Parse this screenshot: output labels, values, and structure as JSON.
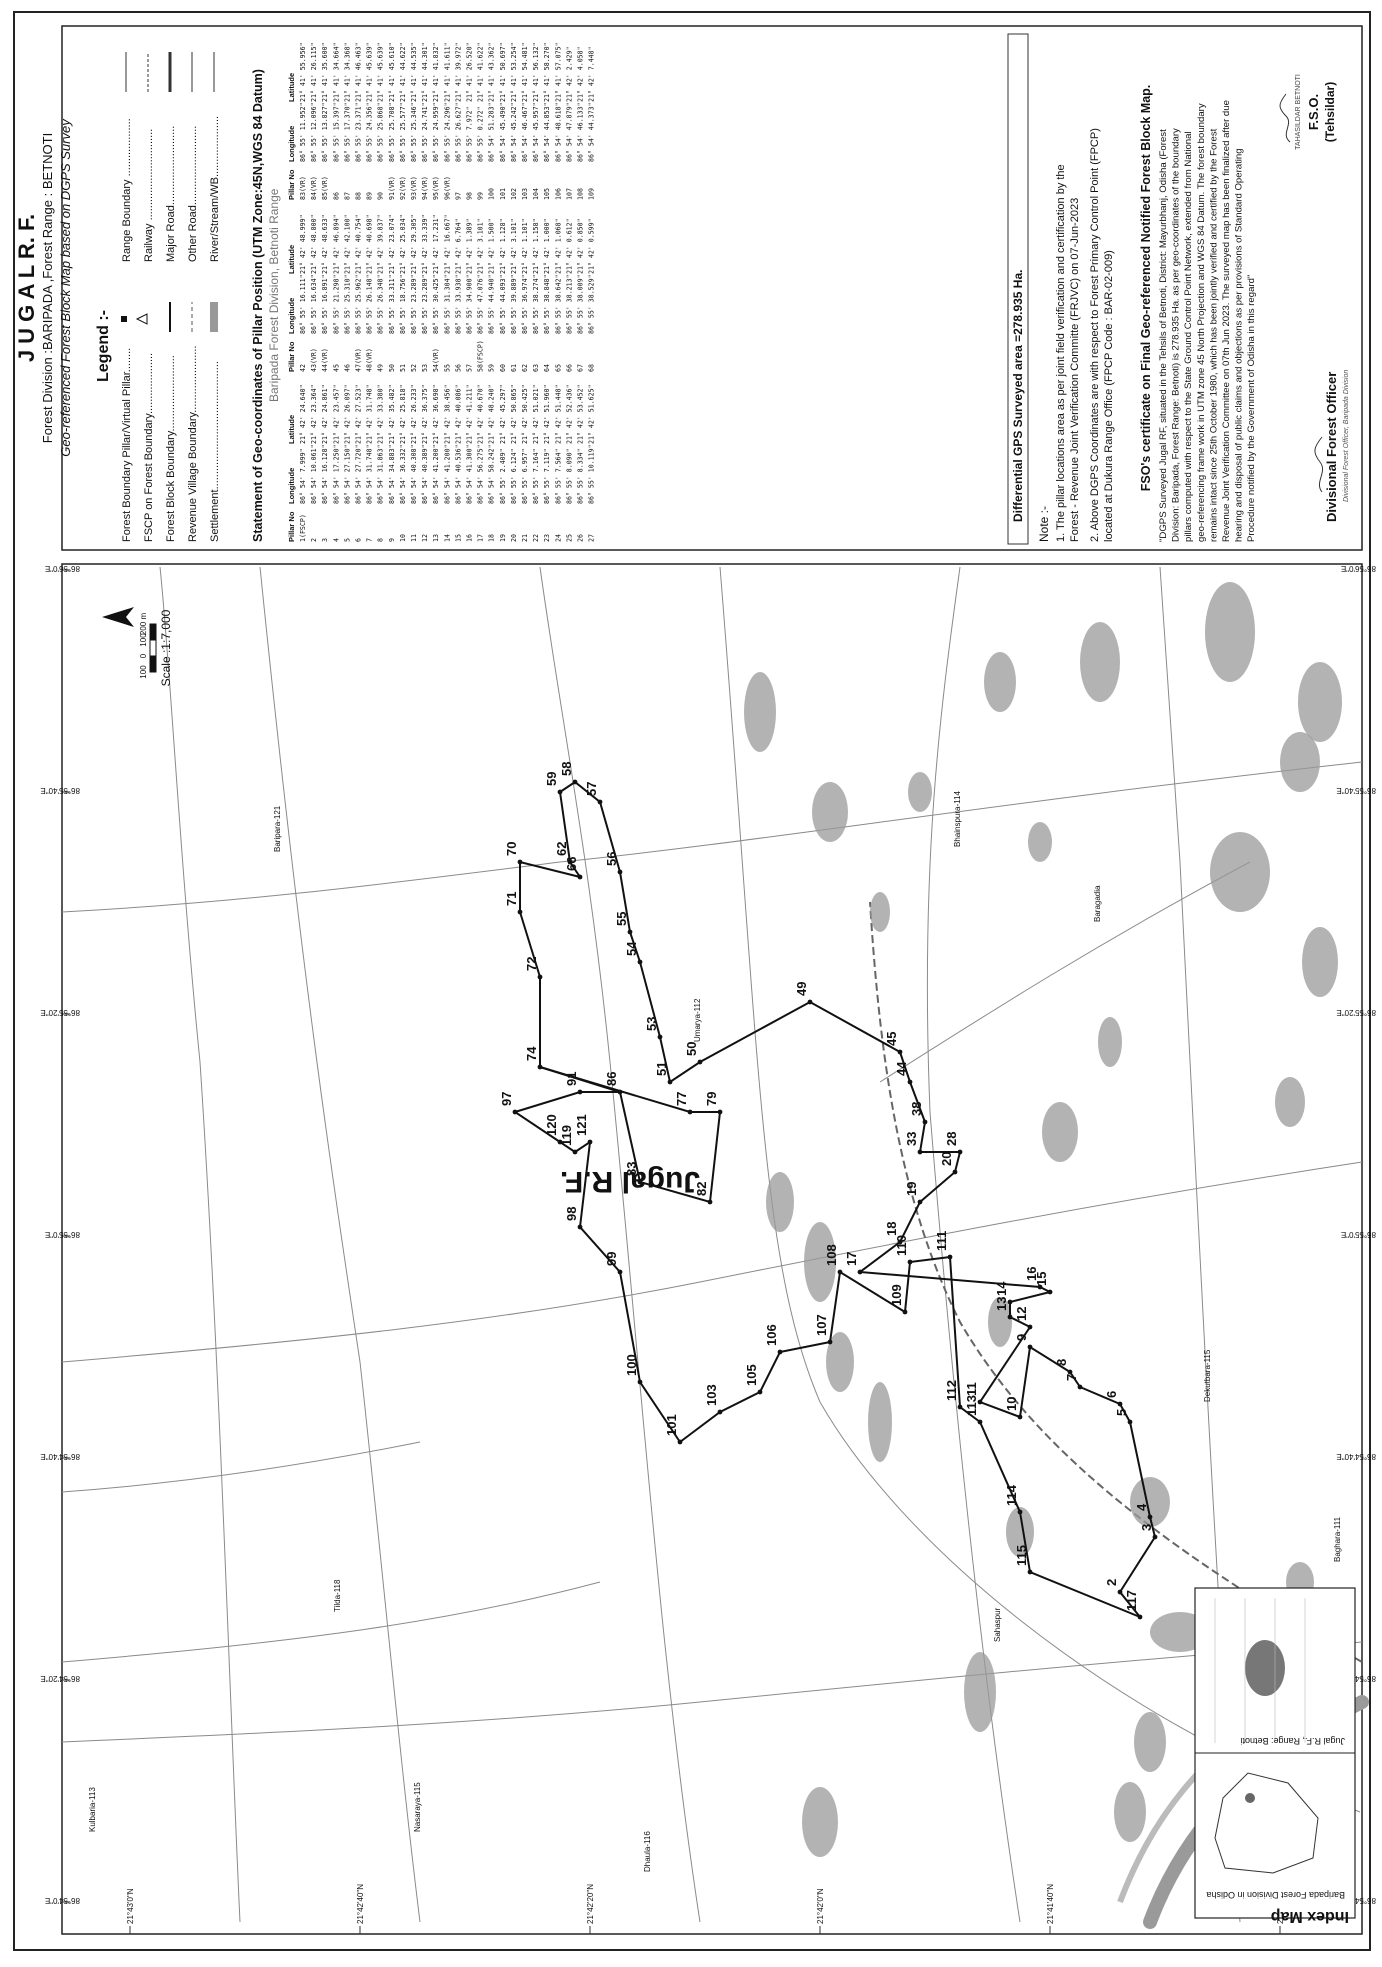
{
  "header": {
    "title": "J U G A L   R. F.",
    "division_line": "Forest Division :BARIPADA ,Forest Range : BETNOTI",
    "subtitle": "Geo-referenced  Forest Block Map based on DGPS Survey"
  },
  "legend": {
    "title": "Legend :-",
    "left_items": [
      {
        "label": "Forest Boundary Pillar/Virtual Pillar........",
        "icon": "pillar-icon"
      },
      {
        "label": "FSCP on Forest Boundary....................",
        "icon": "fscp-triangle-icon"
      },
      {
        "label": "Forest Block Boundary.........................",
        "icon": "block-boundary-icon"
      },
      {
        "label": "Revenue Village Boundary......................",
        "icon": "village-boundary-icon"
      },
      {
        "label": "Settlement..........................................",
        "icon": "settlement-icon"
      }
    ],
    "right_items": [
      {
        "label": "Range Boundary ...................",
        "icon": "range-boundary-icon"
      },
      {
        "label": "Railway ..............................",
        "icon": "railway-icon"
      },
      {
        "label": "Major Road..........................",
        "icon": "major-road-icon"
      },
      {
        "label": "Other Road..........................",
        "icon": "other-road-icon"
      },
      {
        "label": "River/Stream/WB....................",
        "icon": "river-icon"
      }
    ]
  },
  "table": {
    "title": "Statement of Geo-coordinates of Pillar Position (UTM Zone:45N,WGS 84 Datum)",
    "subtitle": "Baripada Forest Division, Betnoti Range",
    "headers": [
      "Pillar No",
      "Longitude",
      "Latitude"
    ],
    "columns": [
      {
        "rows": [
          [
            "1(FSCP)",
            "86° 54' 7.999\"",
            "21° 42' 24.640\""
          ],
          [
            "2",
            "86° 54' 10.061\"",
            "21° 42' 23.364\""
          ],
          [
            "3",
            "86° 54' 16.128\"",
            "21° 42' 24.861\""
          ],
          [
            "4",
            "86° 54' 17.250\"",
            "21° 42' 23.457\""
          ],
          [
            "5",
            "86° 54' 27.150\"",
            "21° 42' 26.097\""
          ],
          [
            "6",
            "86° 54' 27.720\"",
            "21° 42' 27.523\""
          ],
          [
            "7",
            "86° 54' 31.748\"",
            "21° 42' 31.748\""
          ],
          [
            "8",
            "86° 54' 31.863\"",
            "21° 42' 33.380\""
          ],
          [
            "9",
            "86° 54' 34.883\"",
            "21° 42' 35.482\""
          ],
          [
            "10",
            "86° 54' 36.332\"",
            "21° 42' 25.818\""
          ],
          [
            "11",
            "86° 54' 40.308\"",
            "21° 42' 26.233\""
          ],
          [
            "12",
            "86° 54' 40.389\"",
            "21° 42' 36.375\""
          ],
          [
            "13",
            "86° 54' 41.200\"",
            "21° 42' 36.698\""
          ],
          [
            "14",
            "86° 54' 41.200\"",
            "21° 42' 38.456\""
          ],
          [
            "15",
            "86° 54' 40.536\"",
            "21° 42' 40.086\""
          ],
          [
            "16",
            "86° 54' 41.300\"",
            "21° 42' 41.211\""
          ],
          [
            "17",
            "86° 54' 56.275\"",
            "21° 42' 40.670\""
          ],
          [
            "18",
            "86° 54' 58.242\"",
            "21° 42' 48.240\""
          ],
          [
            "19",
            "86° 55' 2.409\"",
            "21° 42' 45.297\""
          ],
          [
            "20",
            "86° 55' 6.124\"",
            "21° 42' 50.865\""
          ],
          [
            "21",
            "86° 55' 6.957\"",
            "21° 42' 50.425\""
          ],
          [
            "22",
            "86° 55' 7.164\"",
            "21° 42' 51.021\""
          ],
          [
            "23",
            "86° 55' 7.119\"",
            "21° 42' 51.960\""
          ],
          [
            "24",
            "86° 55' 7.564\"",
            "21° 42' 51.448\""
          ],
          [
            "25",
            "86° 55' 8.090\"",
            "21° 42' 52.436\""
          ],
          [
            "26",
            "86° 55' 8.334\"",
            "21° 42' 53.452\""
          ],
          [
            "27",
            "86° 55' 10.119\"",
            "21° 42' 51.625\""
          ]
        ]
      },
      {
        "rows": [
          [
            "42",
            "86° 55' 16.111\"",
            "21° 42' 48.999\""
          ],
          [
            "43(VR)",
            "86° 55' 16.634\"",
            "21° 42' 48.800\""
          ],
          [
            "44(VR)",
            "86° 55' 16.891\"",
            "21° 42' 48.633\""
          ],
          [
            "45",
            "86° 55' 21.298\"",
            "21° 42' 46.894\""
          ],
          [
            "46",
            "86° 55' 25.310\"",
            "21° 42' 42.100\""
          ],
          [
            "47(VR)",
            "86° 55' 25.962\"",
            "21° 42' 40.754\""
          ],
          [
            "48(VR)",
            "86° 55' 26.148\"",
            "21° 42' 40.698\""
          ],
          [
            "49",
            "86° 55' 26.348\"",
            "21° 42' 39.837\""
          ],
          [
            "50",
            "86° 55' 33.311\"",
            "21° 42' 23.074\""
          ],
          [
            "51",
            "86° 55' 18.756\"",
            "21° 42' 25.034\""
          ],
          [
            "52",
            "86° 55' 23.289\"",
            "21° 42' 29.305\""
          ],
          [
            "53",
            "86° 55' 23.289\"",
            "21° 42' 33.339\""
          ],
          [
            "54(VR)",
            "86° 55' 30.425\"",
            "21° 42' 17.231\""
          ],
          [
            "55",
            "86° 55' 31.304\"",
            "21° 42' 16.667\""
          ],
          [
            "56",
            "86° 55' 33.938\"",
            "21° 42' 6.764\""
          ],
          [
            "57",
            "86° 55' 34.900\"",
            "21° 42' 1.389\""
          ],
          [
            "58(FSCP)",
            "86° 55' 47.076\"",
            "21° 42' 3.101\""
          ],
          [
            "59",
            "86° 55' 44.940\"",
            "21° 42' 1.500\""
          ],
          [
            "60",
            "86° 55' 44.093\"",
            "21° 42' 1.128\""
          ],
          [
            "61",
            "86° 55' 39.889\"",
            "21° 42' 3.101\""
          ],
          [
            "62",
            "86° 55' 36.974\"",
            "21° 42' 1.101\""
          ],
          [
            "63",
            "86° 55' 38.274\"",
            "21° 42' 1.158\""
          ],
          [
            "64",
            "86° 55' 38.848\"",
            "21° 42' 1.000\""
          ],
          [
            "65",
            "86° 55' 38.642\"",
            "21° 42' 1.068\""
          ],
          [
            "66",
            "86° 55' 38.213\"",
            "21° 42' 0.612\""
          ],
          [
            "67",
            "86° 55' 38.009\"",
            "21° 42' 0.850\""
          ],
          [
            "68",
            "86° 55' 38.529\"",
            "21° 42' 0.599\""
          ]
        ]
      },
      {
        "rows": [
          [
            "83(VR)",
            "86° 55' 11.952\"",
            "21° 41' 55.956\""
          ],
          [
            "84(VR)",
            "86° 55' 12.096\"",
            "21° 41' 26.115\""
          ],
          [
            "85(VR)",
            "86° 55' 13.827\"",
            "21° 41' 35.600\""
          ],
          [
            "86",
            "86° 55' 15.397\"",
            "21° 41' 34.664\""
          ],
          [
            "87",
            "86° 55' 17.370\"",
            "21° 41' 34.368\""
          ],
          [
            "88",
            "86° 55' 23.371\"",
            "21° 41' 46.463\""
          ],
          [
            "89",
            "86° 55' 24.356\"",
            "21° 41' 45.639\""
          ],
          [
            "90",
            "86° 55' 25.868\"",
            "21° 41' 45.639\""
          ],
          [
            "91(VR)",
            "86° 55' 25.708\"",
            "21° 41' 45.610\""
          ],
          [
            "92(VR)",
            "86° 55' 25.577\"",
            "21° 41' 44.622\""
          ],
          [
            "93(VR)",
            "86° 55' 25.346\"",
            "21° 41' 44.535\""
          ],
          [
            "94(VR)",
            "86° 55' 24.741\"",
            "21° 41' 44.301\""
          ],
          [
            "95(VR)",
            "86° 55' 24.959\"",
            "21° 41' 41.832\""
          ],
          [
            "96(VR)",
            "86° 55' 24.296\"",
            "21° 41' 41.611\""
          ],
          [
            "97",
            "86° 55' 26.627\"",
            "21° 41' 39.972\""
          ],
          [
            "98",
            "86° 55' 7.972\"",
            "21° 41' 26.520\""
          ],
          [
            "99",
            "86° 55' 0.272\"",
            "21° 41' 41.622\""
          ],
          [
            "100",
            "86° 54' 51.283\"",
            "21° 41' 43.362\""
          ],
          [
            "101",
            "86° 54' 45.490\"",
            "21° 41' 50.697\""
          ],
          [
            "102",
            "86° 54' 45.242\"",
            "21° 41' 53.254\""
          ],
          [
            "103",
            "86° 54' 46.467\"",
            "21° 41' 54.481\""
          ],
          [
            "104",
            "86° 54' 45.957\"",
            "21° 41' 56.132\""
          ],
          [
            "105",
            "86° 54' 44.853\"",
            "21° 41' 58.270\""
          ],
          [
            "106",
            "86° 54' 48.618\"",
            "21° 41' 57.075\""
          ],
          [
            "107",
            "86° 54' 47.879\"",
            "21° 42' 2.429\""
          ],
          [
            "108",
            "86° 54' 46.133\"",
            "21° 42' 4.058\""
          ],
          [
            "109",
            "86° 54' 44.373\"",
            "21° 42' 7.448\""
          ]
        ]
      }
    ]
  },
  "area": {
    "text": "Differential GPS Surveyed area =278.935 Ha."
  },
  "notes": {
    "heading": "Note :-",
    "items": [
      "1. The pillar locations area as per joint field verification and certification by the Forest - Revenue Joint Verification Committe (FRJVC) on 07-Jun-2023",
      "2. Above DGPS Coordinates are with respect to Forest Primary Control Point (FPCP) located at Dukura Range Office (FPCP Code : BAR-02-009)"
    ]
  },
  "certificate": {
    "heading": "FSO's certificate on Final Geo-referenced Notified Forest Block Map.",
    "body": "\"DGPS Surveyed Jugal RF, situated in the Tehsils of Betnoti, District: Mayurbhanj, Odisha (Forest Division: Baripada, Forest Range: Betnoti) is 278.935 Ha. as per geo-coordinates of the boundary pillars computed with respect to the State Ground Control Point Network, extended from National geo-referencing frame work in UTM zone 45 North Projection and WGS 84 Datum. The forest boundary remains intact since 25th October 1980, which has been jointly verified and certified by the Forest Revenue Joint Verification Committee on 07th Jun 2023. The surveyed map has been finalized after due hearing and disposal of public claims and objections as per provisions of Standard Operating Procedure notified by the Government of Odisha in this regard\""
  },
  "signatures": {
    "left": {
      "title": "Divisional Forest Officer",
      "stamp": "Divisional Forest Officer, Baripada Division"
    },
    "right": {
      "title": "F.S.O.",
      "subtitle": "(Tehsildar)",
      "stamp": "TAHASILDAR BETNOTI"
    }
  },
  "map": {
    "block_name": "Jugal R.F.",
    "scale_ticks": [
      "100",
      "0",
      "100",
      "200 m"
    ],
    "scale_text": "Scale :1:7,000",
    "pillar_labels": [
      "2",
      "3",
      "4",
      "5",
      "6",
      "7",
      "8",
      "9",
      "10",
      "11",
      "12",
      "13",
      "14",
      "15",
      "16",
      "17",
      "18",
      "19",
      "20",
      "28",
      "33",
      "38",
      "44",
      "45",
      "49",
      "50",
      "51",
      "53",
      "54",
      "55",
      "56",
      "57",
      "58",
      "59",
      "62",
      "66",
      "70",
      "71",
      "72",
      "74",
      "77",
      "79",
      "82",
      "83",
      "86",
      "91",
      "97",
      "98",
      "99",
      "100",
      "101",
      "103",
      "105",
      "106",
      "107",
      "108",
      "109",
      "110",
      "111",
      "112",
      "113",
      "114",
      "115",
      "117",
      "119",
      "120",
      "121"
    ],
    "village_labels": [
      "Kulbaria-113",
      "Nasaraya-115",
      "Baghara-111",
      "Umarya-112",
      "Tilda-118",
      "Bhainspura-114",
      "Sahaspur",
      "Dekutbara-115",
      "Dhaula-116",
      "Baragadia",
      "Baripara-121"
    ],
    "grid_labels_x": [
      "86°54'0\"E",
      "86°54'20\"E",
      "86°54'40\"E",
      "86°55'0\"E",
      "86°55'20\"E",
      "86°55'40\"E",
      "86°56'0\"E"
    ],
    "grid_labels_y": [
      "21°43'0\"N",
      "21°42'40\"N",
      "21°42'20\"N",
      "21°42'0\"N",
      "21°41'40\"N",
      "21°41'20\"N"
    ]
  },
  "index_map": {
    "title": "Index Map",
    "caption_left": "Baripada Forest Division in Odisha",
    "caption_right": "Jugal R.F., Range: Betnoti"
  },
  "colors": {
    "ink": "#1a1a1a",
    "settlement_fill": "#8f8f8f",
    "road": "#7a7a7a",
    "paper": "#ffffff"
  }
}
